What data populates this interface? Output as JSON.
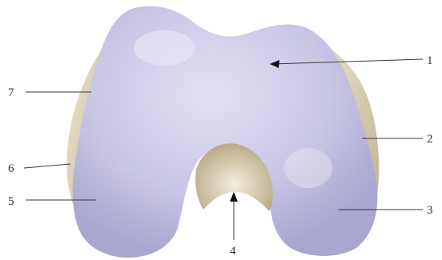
{
  "figure": {
    "colors": {
      "cartilage": "#c9c6e6",
      "cartilage_highlight": "#e2e0f3",
      "cartilage_shadow": "#a9a6d0",
      "bone": "#e4dcc4",
      "bone_shadow": "#c2b594",
      "leader_line": "#3a3a3a",
      "label_text": "#333333"
    },
    "labels": {
      "n1": "1",
      "n2": "2",
      "n3": "3",
      "n4": "4",
      "n5": "5",
      "n6": "6",
      "n7": "7"
    }
  }
}
